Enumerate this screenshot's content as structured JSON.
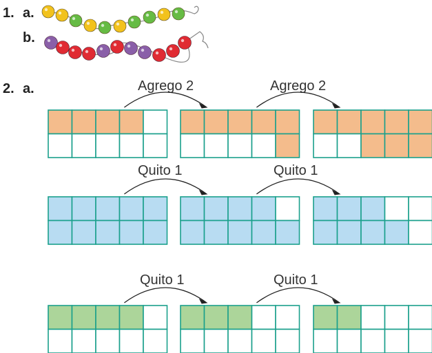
{
  "section1": {
    "number": "1.",
    "part_a": "a.",
    "part_b": "b.",
    "necklace_a_beads": [
      "yellow",
      "yellow",
      "green",
      "yellow",
      "green",
      "yellow",
      "green",
      "green",
      "yellow",
      "green"
    ],
    "necklace_b_beads": [
      "purple",
      "red",
      "red",
      "red",
      "purple",
      "red",
      "purple",
      "purple",
      "red",
      "red",
      "red"
    ]
  },
  "section2": {
    "number": "2.",
    "part_a": "a.",
    "rows": [
      {
        "arrow_labels": [
          "Agrego 2",
          "Agrego 2"
        ],
        "color": "#f4bc8c",
        "grids": [
          {
            "top_filled": 4,
            "bottom_filled": 0,
            "bottom_filled_from_right": true
          },
          {
            "top_filled": 5,
            "bottom_filled": 1,
            "bottom_filled_from_right": true
          },
          {
            "top_filled": 5,
            "bottom_filled": 3,
            "bottom_filled_from_right": true
          }
        ]
      },
      {
        "arrow_labels": [
          "Quito 1",
          "Quito 1"
        ],
        "color": "#b8dcf2",
        "grids": [
          {
            "top_filled": 5,
            "bottom_filled": 5
          },
          {
            "top_filled": 4,
            "bottom_filled": 5
          },
          {
            "top_filled": 3,
            "bottom_filled": 4
          }
        ]
      },
      {
        "arrow_labels": [
          "Quito 1",
          "Quito 1"
        ],
        "color": "#acd59a",
        "grids": [
          {
            "top_filled": 4,
            "bottom_filled": 0
          },
          {
            "top_filled": 3,
            "bottom_filled": 0
          },
          {
            "top_filled": 2,
            "bottom_filled": 0
          }
        ]
      }
    ]
  },
  "colors": {
    "grid_line": "#1aa08c",
    "bead_yellow": "#f2c21d",
    "bead_green": "#66bb44",
    "bead_red": "#e02b33",
    "bead_purple": "#8a5fa8",
    "string": "#888888"
  }
}
